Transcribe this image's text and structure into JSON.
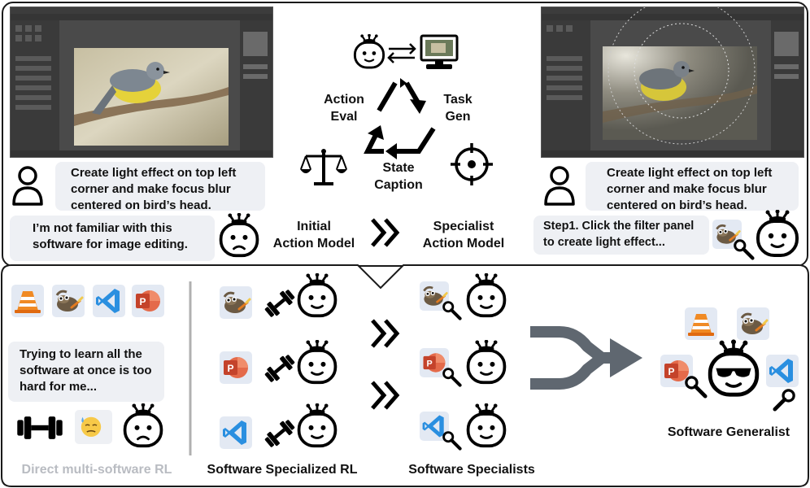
{
  "top": {
    "user_prompt_left": "Create light effect on top left corner and make focus blur centered on bird’s head.",
    "user_prompt_right": "Create light effect on top left corner and make focus blur centered on bird’s head.",
    "initial_reply": "I’m not familiar with this software for image editing.",
    "specialist_reply": "Step1. Click the filter panel to create light effect...",
    "initial_model_label": "Initial\nAction Model",
    "specialist_model_label": "Specialist\nAction Model",
    "cycle": {
      "action_eval": "Action\nEval",
      "task_gen": "Task\nGen",
      "state_caption": "State\nCaption"
    }
  },
  "bottom": {
    "multi_rl_thought": "Trying to learn all the software at once is too hard for me...",
    "direct_multi_label": "Direct multi-software RL",
    "specialized_rl_label": "Software Specialized RL",
    "specialists_label": "Software Specialists",
    "generalist_label": "Software Generalist"
  },
  "colors": {
    "border": "#1a1a1a",
    "bubble": "#eef0f4",
    "tile": "#e3e9f3",
    "merge_arrow": "#5f6770",
    "faded_label": "#b9bcc2",
    "divider": "#b0b0b0"
  },
  "icons": [
    "person-icon",
    "robot-icon",
    "computer-icon",
    "scale-icon",
    "target-icon",
    "gimp-icon",
    "vlc-icon",
    "vscode-icon",
    "powerpoint-icon",
    "dumbbell-icon",
    "sweat-emoji-icon",
    "magnifier-icon",
    "sunglasses-robot-icon"
  ]
}
